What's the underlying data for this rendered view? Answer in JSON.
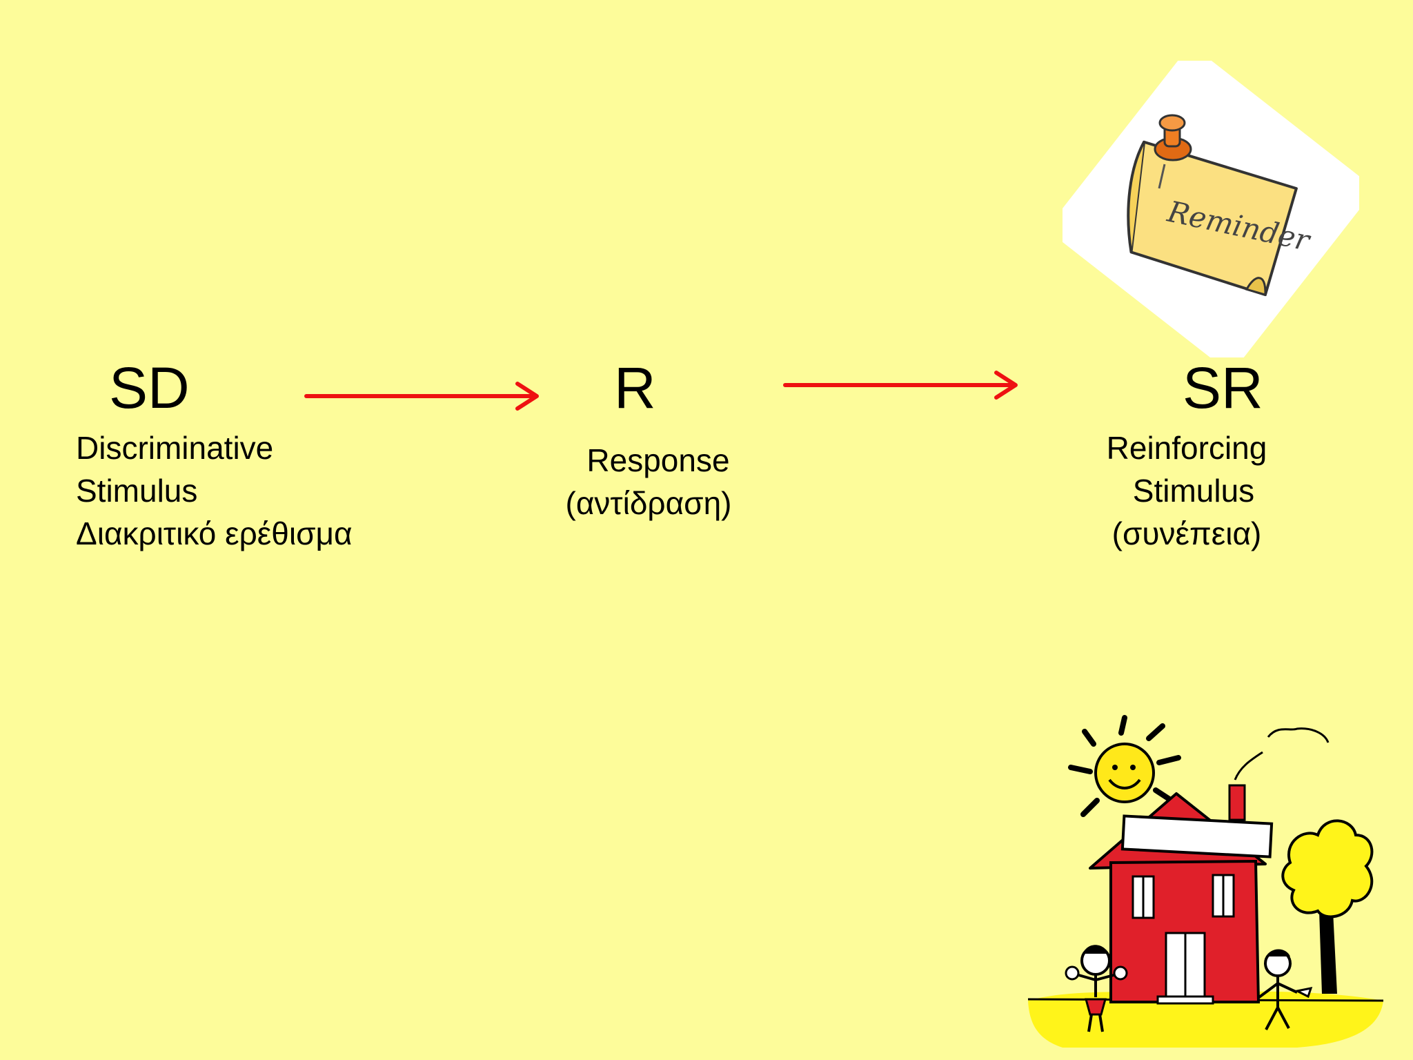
{
  "diagram": {
    "nodes": [
      {
        "id": "sd",
        "abbr": "SD",
        "lines": [
          "Discriminative",
          "Stimulus",
          "Διακριτικό ερέθισμα"
        ]
      },
      {
        "id": "r",
        "abbr": "R",
        "lines": [
          "Response",
          "(αντίδραση)"
        ]
      },
      {
        "id": "sr",
        "abbr": "SR",
        "lines": [
          "Reinforcing",
          "Stimulus",
          "(συνέπεια)"
        ]
      }
    ],
    "edges": [
      {
        "from": "sd",
        "to": "r"
      },
      {
        "from": "r",
        "to": "sr"
      }
    ],
    "arrow_color": "#ee1111"
  },
  "images": {
    "reminder_note": {
      "text": "Reminder",
      "icon": "pushpin-icon"
    },
    "house_scene": {
      "icons": [
        "sun-icon",
        "house-icon",
        "tree-icon",
        "child-icon"
      ]
    }
  }
}
